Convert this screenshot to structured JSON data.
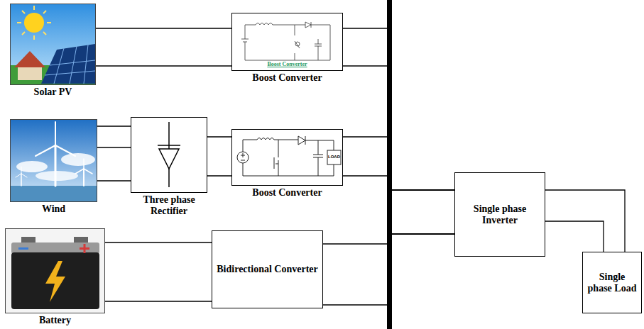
{
  "diagram": {
    "nodes": [
      {
        "text": [
          "Solar PV"
        ]
      },
      {
        "text": [
          "Boost Converter",
          "Boost Converter"
        ]
      },
      {
        "text": [
          "Wind"
        ]
      },
      {
        "text": [
          "Three phase Rectifier"
        ]
      },
      {
        "text": [
          "Boost Converter"
        ]
      },
      {
        "text": [
          "Battery"
        ]
      },
      {
        "text": [
          "Bidirectional Converter"
        ]
      },
      {
        "text": [
          "Single phase Inverter"
        ]
      },
      {
        "text": [
          "Single phase Load"
        ]
      }
    ],
    "edges": [
      {
        "from": 0,
        "to": 1,
        "arrow": "none"
      },
      {
        "from": 2,
        "to": 3,
        "arrow": "none"
      },
      {
        "from": 3,
        "to": 4,
        "arrow": "none"
      },
      {
        "from": 5,
        "to": 6,
        "arrow": "none"
      },
      {
        "from": 1,
        "to": 7,
        "arrow": "none"
      },
      {
        "from": 4,
        "to": 7,
        "arrow": "none"
      },
      {
        "from": 6,
        "to": 7,
        "arrow": "none"
      },
      {
        "from": 7,
        "to": 8,
        "arrow": "none"
      }
    ],
    "labels": [
      "LOAD"
    ]
  }
}
